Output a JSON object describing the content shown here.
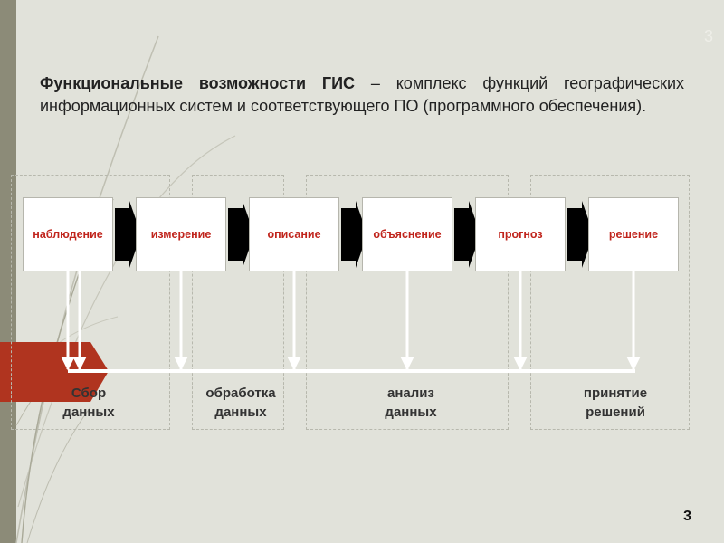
{
  "slide": {
    "ghost_number": "3",
    "title_bold": "Функциональные возможности ГИС",
    "title_rest": " – комплекс функций географических информационных систем и соответствующего ПО (программного обеспечения).",
    "page_number": "3"
  },
  "steps": [
    {
      "label": "наблюдение"
    },
    {
      "label": "измерение"
    },
    {
      "label": "описание"
    },
    {
      "label": "объяснение"
    },
    {
      "label": "прогноз"
    },
    {
      "label": "решение"
    }
  ],
  "groups": [
    {
      "line1": "Сбор",
      "line2": "данных"
    },
    {
      "line1": "обработка",
      "line2": "данных"
    },
    {
      "line1": "анализ",
      "line2": "данных"
    },
    {
      "line1": "принятие",
      "line2": "решений"
    }
  ],
  "colors": {
    "background": "#e1e2da",
    "step_text": "#c0241c",
    "accent_arrow": "#b0341f",
    "flow_arrow": "#ffffff",
    "step_arrow": "#000000"
  }
}
